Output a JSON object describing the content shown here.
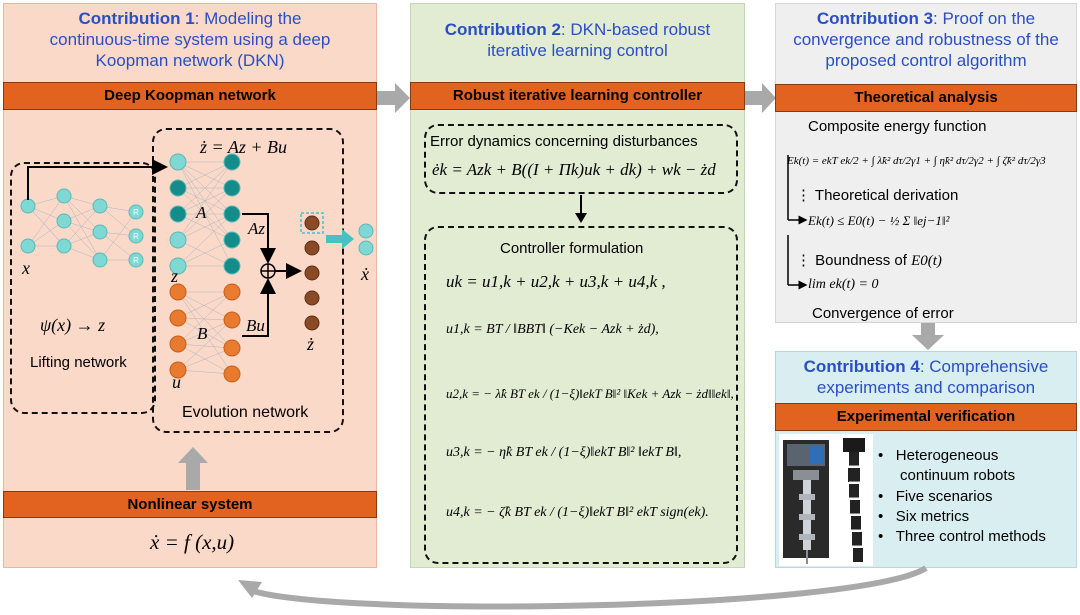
{
  "contrib1": {
    "heading_bold": "Contribution 1",
    "heading_rest": ": Modeling the",
    "heading_line2": "continuous-time system using a deep",
    "heading_line3": "Koopman network (DKN)",
    "bar": "Deep Koopman network",
    "lift_eq": "ψ(x) → z",
    "lifting_label": "Lifting network",
    "evolution_label": "Evolution network",
    "zdot_eq": "ż = Az + Bu",
    "A": "A",
    "B": "B",
    "Az": "Az",
    "Bu": "Bu",
    "x": "x",
    "z": "z",
    "u": "u",
    "zdot": "ż",
    "xdot": "ẋ",
    "R": "R",
    "nonlinear_bar": "Nonlinear system",
    "nonlinear_eq": "ẋ = f (x,u)"
  },
  "contrib2": {
    "heading_bold": "Contribution 2",
    "heading_rest": ": DKN-based robust",
    "heading_line2": "iterative learning control",
    "bar": "Robust iterative learning controller",
    "error_title": "Error dynamics concerning disturbances",
    "error_eq": "ėk = Azk + B((I + Πk)uk + dk) + wk − żd",
    "controller_title": "Controller formulation",
    "u_eq": "uk = u1,k + u2,k + u3,k + u4,k ,",
    "u1_eq": "u1,k = BT / ‖BBT‖ (−Kek − Azk + żd),",
    "u2_eq": "u2,k = − λ̂k BT ek / (1−ξ)‖ekT B‖² ‖Kek + Azk − żd‖‖ek‖,",
    "u3_eq": "u3,k = − η̂k BT ek / (1−ξ)‖ekT B‖² ‖ekT B‖,",
    "u4_eq": "u4,k = − ζ̂k BT ek / (1−ξ)‖ekT B‖² ekT sign(ek)."
  },
  "contrib3": {
    "heading_bold": "Contribution 3",
    "heading_rest": ": Proof on the",
    "heading_line2": "convergence and robustness of the",
    "heading_line3": "proposed control algorithm",
    "bar": "Theoretical analysis",
    "energy_title": "Composite energy function",
    "energy_eq": "Ek(t) = ekT ek/2 + ∫ λ̃k² dτ/2γ1 + ∫ η̃k² dτ/2γ2 + ∫ ζ̃k² dτ/2γ3",
    "derivation": "Theoretical derivation",
    "bound_eq": "Ek(t) ≤ E0(t) − ½ Σ ‖ej−1‖²",
    "boundness": "Boundness of",
    "boundness_sym": "E0(t)",
    "limit_eq": "lim ek(t) = 0",
    "convergence": "Convergence of error"
  },
  "contrib4": {
    "heading_bold": "Contribution 4",
    "heading_rest": ": Comprehensive",
    "heading_line2": "experiments and comparison",
    "bar": "Experimental verification",
    "bullets": [
      "Heterogeneous",
      "continuum robots",
      "Five scenarios",
      "Six metrics",
      "Three control methods"
    ]
  },
  "colors": {
    "panel1_bg": "#fbd9c9",
    "panel2_bg": "#e1ecd2",
    "panel3_bg": "#efefef",
    "panel4_bg": "#d8eef1",
    "bar_orange": "#e2621f",
    "heading_blue": "#2a4fc4",
    "node_cyan": "#7fd8d4",
    "node_teal": "#138c8a",
    "node_orange": "#e87b2f",
    "node_brown": "#8a4a25",
    "arrow_gray": "#a9a9a9"
  }
}
